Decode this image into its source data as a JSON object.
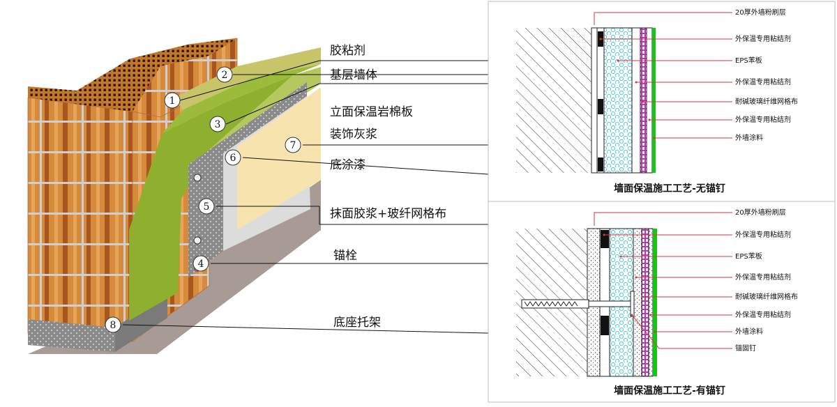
{
  "iso": {
    "callouts": [
      {
        "num": "1",
        "label": "胶粘剂"
      },
      {
        "num": "2",
        "label": "基层墙体"
      },
      {
        "num": "3",
        "label": "立面保温岩棉板"
      },
      {
        "num": "7",
        "label": "装饰灰浆"
      },
      {
        "num": "6",
        "label": "底涂漆"
      },
      {
        "num": "5",
        "label": "抹面胶浆+玻纤网格布"
      },
      {
        "num": "4",
        "label": "锚栓"
      },
      {
        "num": "8",
        "label": "底座托架"
      }
    ]
  },
  "section_no_anchor": {
    "title": "墙面保温施工工艺-无锚钉",
    "labels": [
      "20厚外墙粉刷层",
      "外保温专用粘结剂",
      "EPS苯板",
      "外保温专用粘结剂",
      "耐碱玻璃纤维网格布",
      "外保温专用粘结剂",
      "外墙涂料"
    ]
  },
  "section_with_anchor": {
    "title": "墙面保温施工工艺-有锚钉",
    "labels": [
      "20厚外墙粉刷层",
      "外保温专用粘结剂",
      "EPS苯板",
      "外保温专用粘结剂",
      "耐碱玻璃纤维网格布",
      "外保温专用粘结剂",
      "外墙涂料",
      "锚固钉"
    ]
  }
}
